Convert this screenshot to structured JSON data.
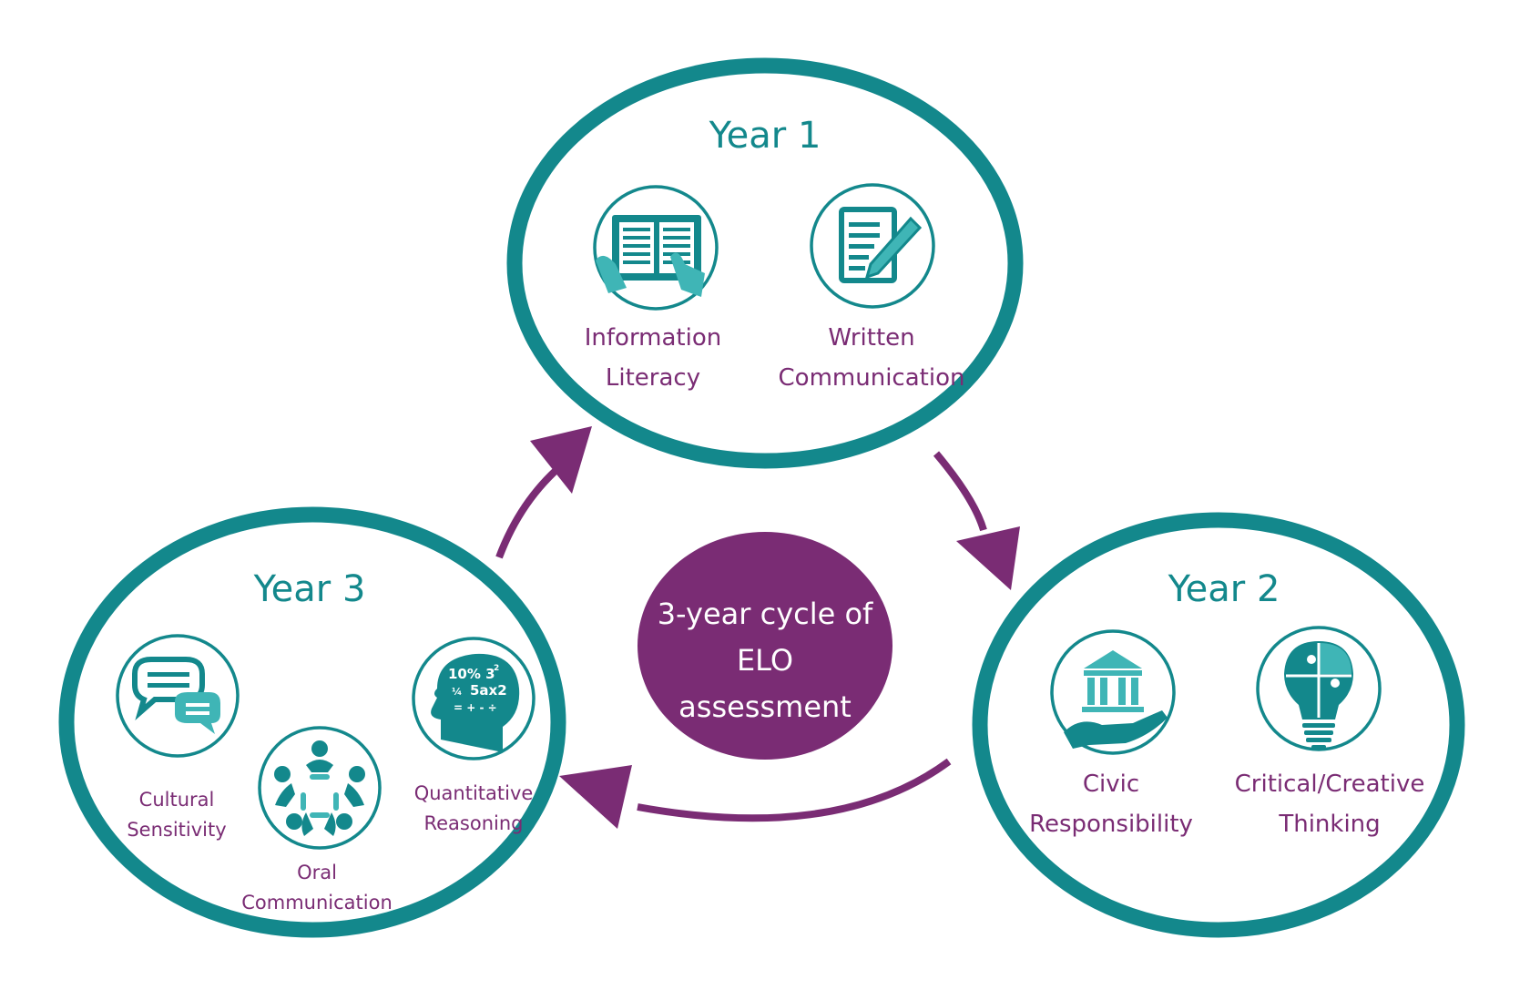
{
  "colors": {
    "teal": "#13888c",
    "teal_light": "#3fb5b6",
    "purple": "#7a2c74",
    "white": "#ffffff"
  },
  "center": {
    "lines": [
      "3-year cycle of",
      "ELO",
      "assessment"
    ]
  },
  "year1": {
    "title": "Year 1",
    "items": [
      {
        "icon": "book-hands-icon",
        "lines": [
          "Information",
          "Literacy"
        ]
      },
      {
        "icon": "document-pencil-icon",
        "lines": [
          "Written",
          "Communication"
        ]
      }
    ]
  },
  "year2": {
    "title": "Year 2",
    "items": [
      {
        "icon": "building-hand-icon",
        "lines": [
          "Civic",
          "Responsibility"
        ]
      },
      {
        "icon": "puzzle-lightbulb-icon",
        "lines": [
          "Critical/Creative",
          "Thinking"
        ]
      }
    ]
  },
  "year3": {
    "title": "Year 3",
    "items": [
      {
        "icon": "speech-bubbles-icon",
        "lines": [
          "Cultural",
          "Sensitivity"
        ]
      },
      {
        "icon": "people-circle-icon",
        "lines": [
          "Oral",
          "Communication"
        ]
      },
      {
        "icon": "head-math-icon",
        "lines": [
          "Quantitative",
          "Reasoning"
        ]
      }
    ],
    "math_text": [
      "10% 3",
      "2",
      "5ax2",
      "¼",
      "= + - ÷"
    ]
  }
}
